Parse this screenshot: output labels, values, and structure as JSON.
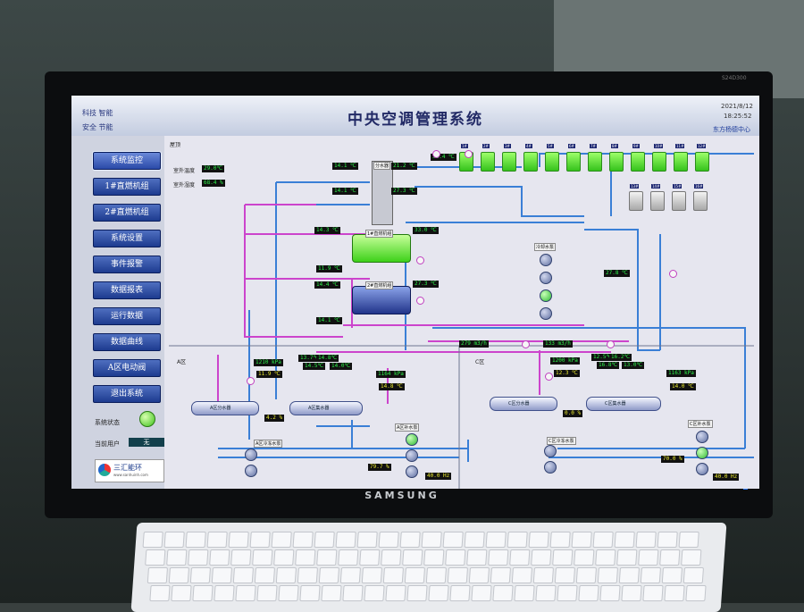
{
  "header": {
    "title": "中央空调管理系统",
    "slogan_line1": "科技  智能",
    "slogan_line2": "安全  节能",
    "date": "2021/8/12",
    "time": "18:25:52",
    "company": "东方杨德中心"
  },
  "sidebar": {
    "buttons": [
      "系统监控",
      "1#直燃机组",
      "2#直燃机组",
      "系统设置",
      "事件报警",
      "数据报表",
      "运行数据",
      "数据曲线",
      "A区电动阀",
      "退出系统"
    ],
    "status_label": "系统状态",
    "user_label": "当前用户",
    "user_value": "无",
    "logo_text": "三汇能环",
    "logo_url_text": "www.sanhuinh.com"
  },
  "main": {
    "roof_label": "屋顶",
    "outdoor_temp_label": "室外温度",
    "outdoor_temp_value": "29.0℃",
    "outdoor_humidity_label": "室外湿度",
    "outdoor_humidity_value": "68.4 %",
    "manifold_label": "分水器",
    "chiller1_label": "1#直燃机组",
    "chiller2_label": "2#直燃机组",
    "cooling_pump_group_label": "冷却水泵",
    "zone_a_label": "A区",
    "zone_c_label": "C区",
    "tower_labels_top": [
      "1#",
      "2#",
      "3#",
      "4#",
      "5#",
      "6#",
      "7#",
      "8#",
      "9#",
      "10#",
      "11#",
      "12#"
    ],
    "tower_labels_bottom": [
      "13#",
      "14#",
      "15#",
      "16#"
    ],
    "readings": {
      "mf_in1": "14.1 ℃",
      "mf_out1": "21.2 ℃",
      "mf_in2": "14.1 ℃",
      "mf_out2": "27.3 ℃",
      "tower_top": "31.4 ℃",
      "ch1_left": "14.3 ℃",
      "ch1_right": "33.0 ℃",
      "ch1_bottom": "11.9 ℃",
      "ch2_left": "14.4 ℃",
      "ch2_right": "27.3 ℃",
      "ch2_bottom": "14.1 ℃",
      "cooling_return": "27.8 ℃",
      "flow_a": "279 m3/h",
      "flow_c": "133 m3/h",
      "a_pressure1": "1210 kPa",
      "a_temp1": "11.9 ℃",
      "a_pressure2": "1164 kPa",
      "a_temp2": "14.8 ℃",
      "a_valve_pct": "4.2 %",
      "a_pump_pct": "79.7 %",
      "a_freq": "40.0 Hz",
      "a_sub": [
        "13.7℃",
        "14.5℃",
        "14.8℃",
        "14.0℃"
      ],
      "c_pressure1": "1200 kPa",
      "c_temp1": "12.3 ℃",
      "c_pressure2": "1163 kPa",
      "c_temp2": "14.0 ℃",
      "c_valve_pct": "0.0 %",
      "c_pump_pct": "70.0 %",
      "c_freq": "40.0 Hz",
      "c_sub": [
        "12.5℃",
        "16.8℃",
        "16.2℃",
        "13.0℃"
      ]
    },
    "a_sep_label": "A区分水器",
    "a_col_label": "A区集水器",
    "a_pumpgrp_label": "A区冷冻水泵",
    "a_pump2_label": "A区补水泵",
    "c_sep_label": "C区分水器",
    "c_col_label": "C区集水器",
    "c_pumpgrp_label": "C区冷冻水泵",
    "c_pump2_label": "C区补水泵"
  },
  "monitor": {
    "brand": "SAMSUNG",
    "model": "S24D300"
  },
  "colors": {
    "pipe_blue": "#3a7fd6",
    "pipe_purple": "#cc44cc",
    "lcd_green": "#2df24a",
    "nav_blue": "#1d3b8f"
  }
}
